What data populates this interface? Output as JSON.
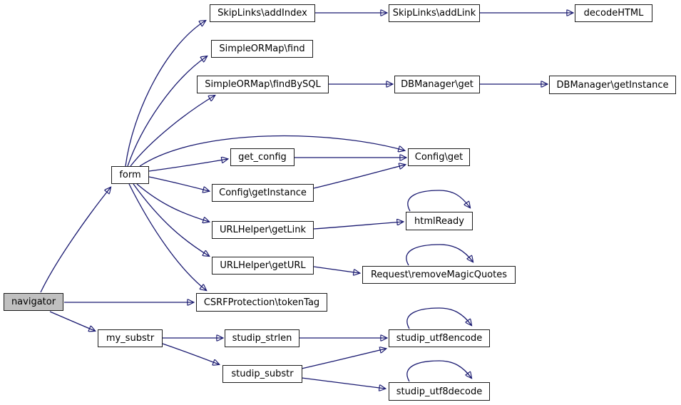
{
  "graph": {
    "kind": "call-graph",
    "colors": {
      "edge": "#191970",
      "node_border": "#1c1c1c",
      "node_fill": "#ffffff",
      "highlight_fill": "#c0c0c0",
      "background": "#ffffff"
    },
    "nodes": [
      {
        "id": "navigator",
        "label": "navigator",
        "highlighted": true
      },
      {
        "id": "form",
        "label": "form",
        "highlighted": false
      },
      {
        "id": "my_substr",
        "label": "my_substr",
        "highlighted": false
      },
      {
        "id": "skiplinks_addindex",
        "label": "SkipLinks\\addIndex",
        "highlighted": false
      },
      {
        "id": "simpleormap_find",
        "label": "SimpleORMap\\find",
        "highlighted": false
      },
      {
        "id": "simpleormap_findbysql",
        "label": "SimpleORMap\\findBySQL",
        "highlighted": false
      },
      {
        "id": "get_config",
        "label": "get_config",
        "highlighted": false
      },
      {
        "id": "config_getinstance",
        "label": "Config\\getInstance",
        "highlighted": false
      },
      {
        "id": "urlhelper_getlink",
        "label": "URLHelper\\getLink",
        "highlighted": false
      },
      {
        "id": "urlhelper_geturl",
        "label": "URLHelper\\getURL",
        "highlighted": false
      },
      {
        "id": "csrfprotection_tokentag",
        "label": "CSRFProtection\\tokenTag",
        "highlighted": false
      },
      {
        "id": "studip_strlen",
        "label": "studip_strlen",
        "highlighted": false
      },
      {
        "id": "studip_substr",
        "label": "studip_substr",
        "highlighted": false
      },
      {
        "id": "skiplinks_addlink",
        "label": "SkipLinks\\addLink",
        "highlighted": false
      },
      {
        "id": "dbmanager_get",
        "label": "DBManager\\get",
        "highlighted": false
      },
      {
        "id": "config_get",
        "label": "Config\\get",
        "highlighted": false
      },
      {
        "id": "htmlready",
        "label": "htmlReady",
        "highlighted": false
      },
      {
        "id": "request_removemagicquotes",
        "label": "Request\\removeMagicQuotes",
        "highlighted": false
      },
      {
        "id": "studip_utf8encode",
        "label": "studip_utf8encode",
        "highlighted": false
      },
      {
        "id": "studip_utf8decode",
        "label": "studip_utf8decode",
        "highlighted": false
      },
      {
        "id": "decodehtml",
        "label": "decodeHTML",
        "highlighted": false
      },
      {
        "id": "dbmanager_getinstance",
        "label": "DBManager\\getInstance",
        "highlighted": false
      }
    ],
    "edges": [
      {
        "from": "navigator",
        "to": "form"
      },
      {
        "from": "navigator",
        "to": "csrfprotection_tokentag"
      },
      {
        "from": "navigator",
        "to": "my_substr"
      },
      {
        "from": "form",
        "to": "skiplinks_addindex"
      },
      {
        "from": "form",
        "to": "simpleormap_find"
      },
      {
        "from": "form",
        "to": "simpleormap_findbysql"
      },
      {
        "from": "form",
        "to": "config_get"
      },
      {
        "from": "form",
        "to": "get_config"
      },
      {
        "from": "form",
        "to": "config_getinstance"
      },
      {
        "from": "form",
        "to": "urlhelper_getlink"
      },
      {
        "from": "form",
        "to": "urlhelper_geturl"
      },
      {
        "from": "form",
        "to": "csrfprotection_tokentag"
      },
      {
        "from": "skiplinks_addindex",
        "to": "skiplinks_addlink"
      },
      {
        "from": "skiplinks_addlink",
        "to": "decodehtml"
      },
      {
        "from": "simpleormap_findbysql",
        "to": "dbmanager_get"
      },
      {
        "from": "dbmanager_get",
        "to": "dbmanager_getinstance"
      },
      {
        "from": "get_config",
        "to": "config_get"
      },
      {
        "from": "config_getinstance",
        "to": "config_get"
      },
      {
        "from": "urlhelper_getlink",
        "to": "htmlready"
      },
      {
        "from": "htmlready",
        "to": "htmlready"
      },
      {
        "from": "urlhelper_geturl",
        "to": "request_removemagicquotes"
      },
      {
        "from": "request_removemagicquotes",
        "to": "request_removemagicquotes"
      },
      {
        "from": "my_substr",
        "to": "studip_strlen"
      },
      {
        "from": "my_substr",
        "to": "studip_substr"
      },
      {
        "from": "studip_strlen",
        "to": "studip_utf8encode"
      },
      {
        "from": "studip_substr",
        "to": "studip_utf8encode"
      },
      {
        "from": "studip_substr",
        "to": "studip_utf8decode"
      },
      {
        "from": "studip_utf8encode",
        "to": "studip_utf8encode"
      },
      {
        "from": "studip_utf8decode",
        "to": "studip_utf8decode"
      }
    ]
  }
}
